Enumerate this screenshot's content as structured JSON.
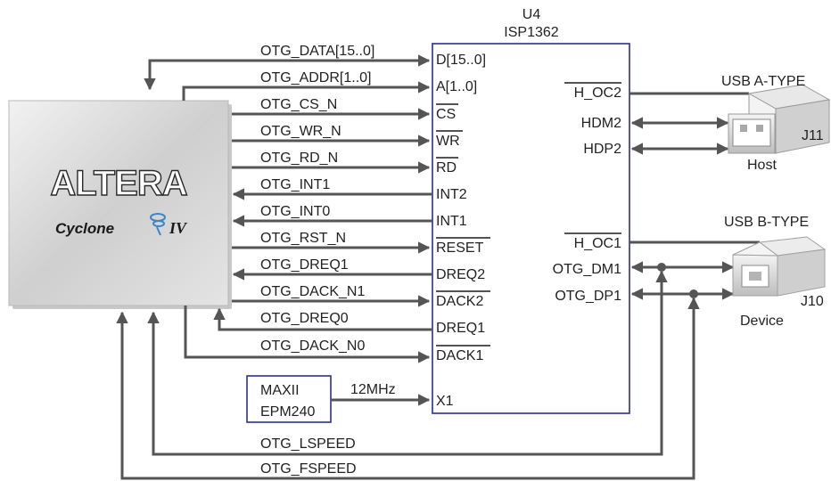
{
  "chip": {
    "ref": "U4",
    "part": "ISP1362",
    "left_pins": [
      "D[15..0]",
      "A[1..0]",
      "CS",
      "WR",
      "RD",
      "INT2",
      "INT1",
      "RESET",
      "DREQ2",
      "DACK2",
      "DREQ1",
      "DACK1",
      "X1"
    ],
    "right_pins": [
      "H_OC2",
      "HDM2",
      "HDP2",
      "H_OC1",
      "OTG_DM1",
      "OTG_DP1"
    ]
  },
  "signals": [
    "OTG_DATA[15..0]",
    "OTG_ADDR[1..0]",
    "OTG_CS_N",
    "OTG_WR_N",
    "OTG_RD_N",
    "OTG_INT1",
    "OTG_INT0",
    "OTG_RST_N",
    "OTG_DREQ1",
    "OTG_DACK_N1",
    "OTG_DREQ0",
    "OTG_DACK_N0"
  ],
  "fpga": {
    "brand": "ALTERA",
    "family": "Cyclone",
    "family_suffix": "IV"
  },
  "maxii": {
    "line1": "MAXII",
    "line2": "EPM240",
    "clock": "12MHz"
  },
  "usb_a": {
    "type": "USB A-TYPE",
    "ref": "J11",
    "role": "Host"
  },
  "usb_b": {
    "type": "USB B-TYPE",
    "ref": "J10",
    "role": "Device"
  },
  "speed": {
    "lspeed": "OTG_LSPEED",
    "fspeed": "OTG_FSPEED"
  },
  "colors": {
    "wire": "#555555",
    "chip_border": "#2b2f8f",
    "fpga_face": "#d4d4d4"
  }
}
